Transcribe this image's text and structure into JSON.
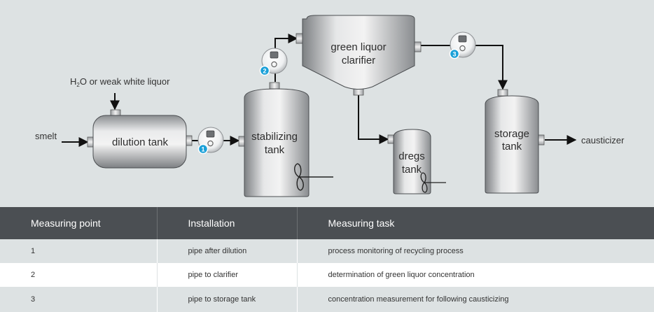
{
  "labels": {
    "h2o_prefix": "H",
    "h2o_sub": "2",
    "h2o_suffix": "O or weak white liquor",
    "smelt": "smelt",
    "causticizer": "causticizer"
  },
  "tanks": {
    "dilution": [
      "dilution tank"
    ],
    "stabilizing": [
      "stabilizing",
      "tank"
    ],
    "clarifier": [
      "green liquor",
      "clarifier"
    ],
    "dregs": [
      "dregs",
      "tank"
    ],
    "storage": [
      "storage",
      "tank"
    ]
  },
  "sensors": [
    {
      "number": "1"
    },
    {
      "number": "2"
    },
    {
      "number": "3"
    }
  ],
  "table": {
    "headers": [
      "Measuring point",
      "Installation",
      "Measuring task"
    ],
    "rows": [
      [
        "1",
        "pipe after dilution",
        "process monitoring of recycling process"
      ],
      [
        "2",
        "pipe to clarifier",
        "determination of green liquor concentration"
      ],
      [
        "3",
        "pipe to storage tank",
        "concentration measurement for following causticizing"
      ]
    ]
  },
  "colors": {
    "background": "#dde2e3",
    "header_bg": "#4b4f53",
    "sensor_badge": "#1aa0d8",
    "line": "#111111"
  }
}
